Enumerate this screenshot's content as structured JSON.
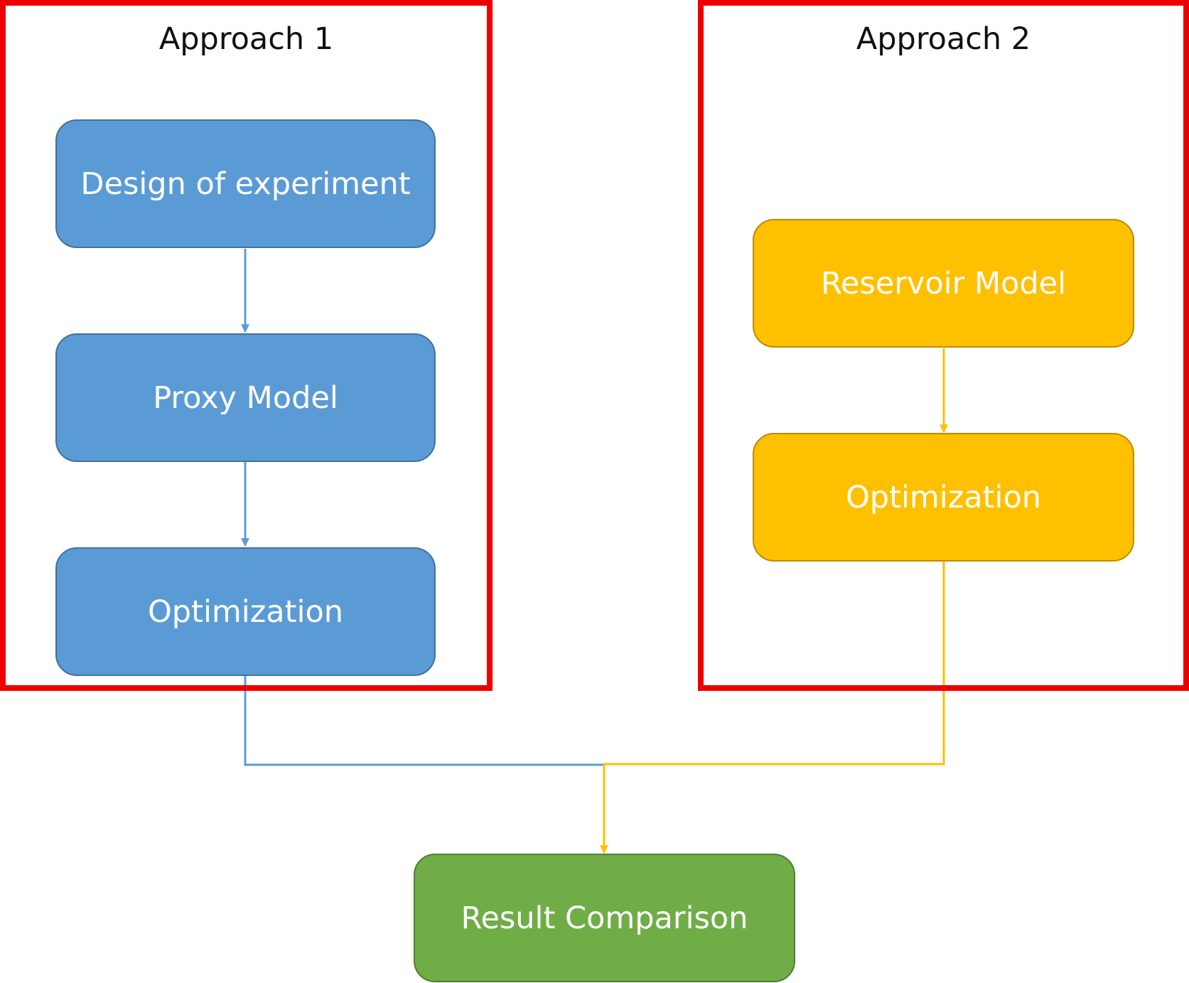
{
  "approach1": {
    "title": "Approach 1",
    "steps": [
      "Design of experiment",
      "Proxy Model",
      "Optimization"
    ]
  },
  "approach2": {
    "title": "Approach 2",
    "steps": [
      "Reservoir Model",
      "Optimization"
    ]
  },
  "result": {
    "label": "Result Comparison"
  },
  "colors": {
    "frame_border": "#ee0000",
    "approach1_fill": "#5b9bd5",
    "approach2_fill": "#ffc000",
    "result_fill": "#70ad47",
    "approach1_connector": "#5b9bd5",
    "approach2_connector": "#ffc000"
  }
}
